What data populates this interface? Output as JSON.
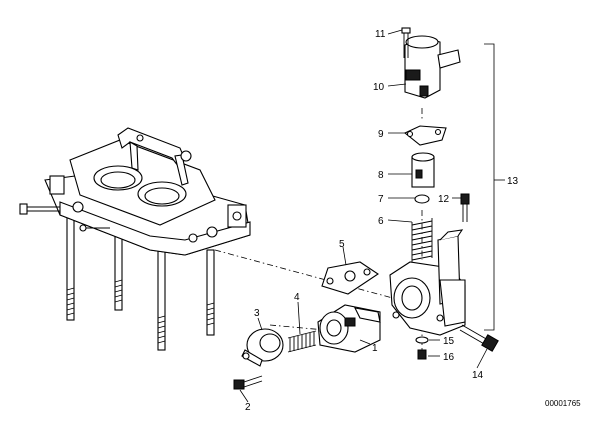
{
  "callouts": {
    "p1": "1",
    "p2": "2",
    "p3": "3",
    "p4": "4",
    "p5": "5",
    "p6": "6",
    "p7": "7",
    "p8": "8",
    "p9": "9",
    "p10": "10",
    "p11": "11",
    "p12": "12",
    "p13": "13",
    "p14": "14",
    "p15": "15",
    "p16": "16"
  },
  "diagram_code": "00001765"
}
